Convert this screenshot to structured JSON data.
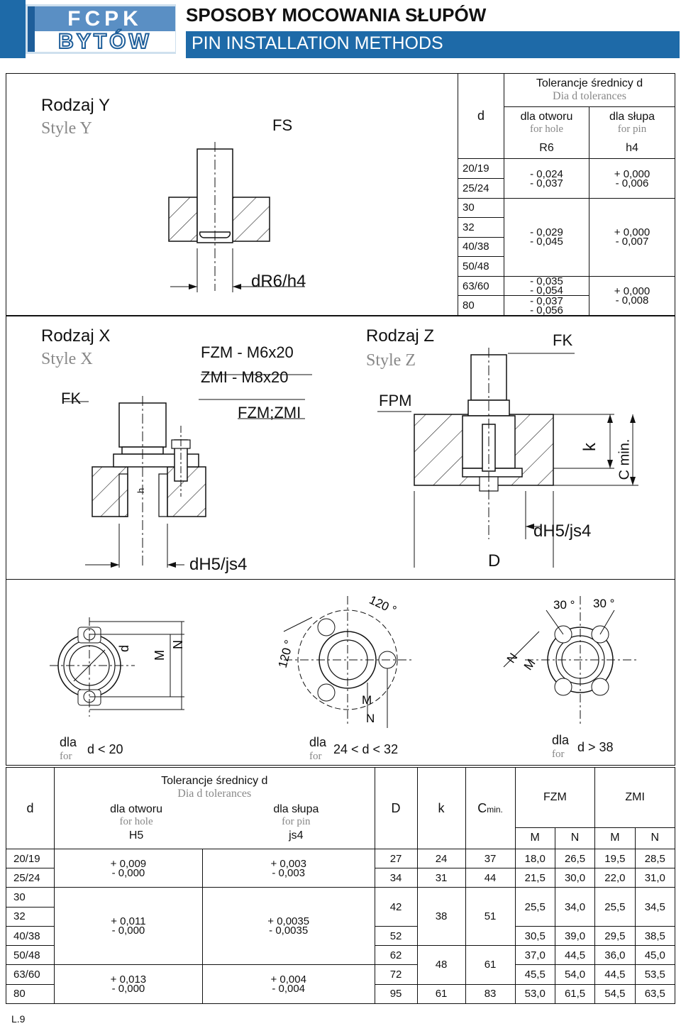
{
  "header": {
    "logo_line1": "FCPK",
    "logo_line2": "BYTÓW",
    "title": "SPOSOBY MOCOWANIA SŁUPÓW",
    "subtitle": "PIN INSTALLATION METHODS"
  },
  "style_y": {
    "pl": "Rodzaj  Y",
    "en": "Style Y",
    "fs": "FS",
    "fit": "dR6/h4"
  },
  "style_x": {
    "pl": "Rodzaj  X",
    "en": "Style X",
    "fk": "FK",
    "fzm": "FZM - M6x20",
    "zmi": "ZMI - M8x20",
    "fzmzmi": "FZM;ZMI",
    "h": "h",
    "fit": "dH5/js4"
  },
  "style_z": {
    "pl": "Rodzaj  Z",
    "en": "Style Z",
    "fk": "FK",
    "fpm": "FPM",
    "k": "k",
    "c": "C min.",
    "d": "D",
    "fit": "dH5/js4"
  },
  "flanges": {
    "f1": {
      "dla": "dla",
      "for": "for",
      "cond": "d < 20",
      "d": "d",
      "m": "M",
      "n": "N"
    },
    "f2": {
      "dla": "dla",
      "for": "for",
      "cond": "24 < d < 32",
      "a1": "120 °",
      "a2": "120 °",
      "m": "M",
      "n": "N"
    },
    "f3": {
      "dla": "dla",
      "for": "for",
      "cond": "d > 38",
      "a1": "30 °",
      "a2": "30 °",
      "m": "M",
      "n": "N"
    }
  },
  "table1": {
    "d_header": "d",
    "tol_pl": "Tolerancje średnicy d",
    "tol_en": "Dia d tolerances",
    "hole_pl": "dla otworu",
    "hole_en": "for hole",
    "hole_fit": "R6",
    "pin_pl": "dla słupa",
    "pin_en": "for pin",
    "pin_fit": "h4",
    "d_values": [
      "20/19",
      "25/24",
      "30",
      "32",
      "40/38",
      "50/48",
      "63/60",
      "80"
    ],
    "hole_tol": [
      {
        "a": "- 0,024",
        "b": "- 0,037"
      },
      {
        "a": "- 0,029",
        "b": "- 0,045"
      },
      {
        "a": "- 0,035",
        "b": "- 0,054"
      },
      {
        "a": "- 0,037",
        "b": "- 0,056"
      }
    ],
    "pin_tol": [
      {
        "a": "+ 0,000",
        "b": "- 0,006"
      },
      {
        "a": "+ 0,000",
        "b": "- 0,007"
      },
      {
        "a": "+ 0,000",
        "b": "- 0,008"
      }
    ]
  },
  "table2": {
    "d_header": "d",
    "tol_pl": "Tolerancje średnicy d",
    "tol_en": "Dia d tolerances",
    "hole_pl": "dla otworu",
    "hole_en": "for hole",
    "hole_fit": "H5",
    "pin_pl": "dla słupa",
    "pin_en": "for pin",
    "pin_fit": "js4",
    "D": "D",
    "k": "k",
    "c": "C",
    "c_sub": "min.",
    "fzm": "FZM",
    "zmi": "ZMI",
    "m": "M",
    "n": "N",
    "d_values": [
      "20/19",
      "25/24",
      "30",
      "32",
      "40/38",
      "50/48",
      "63/60",
      "80"
    ],
    "hole_tol": [
      {
        "a": "+ 0,009",
        "b": "- 0,000"
      },
      {
        "a": "+ 0,011",
        "b": "- 0,000"
      },
      {
        "a": "+ 0,013",
        "b": "- 0,000"
      }
    ],
    "pin_tol": [
      {
        "a": "+ 0,003",
        "b": "- 0,003"
      },
      {
        "a": "+ 0,0035",
        "b": "- 0,0035"
      },
      {
        "a": "+ 0,004",
        "b": "- 0,004"
      }
    ],
    "D_values": [
      "27",
      "34",
      "42",
      "52",
      "62",
      "72",
      "95"
    ],
    "k_values": [
      "24",
      "31",
      "38",
      "48",
      "61"
    ],
    "c_values": [
      "37",
      "44",
      "51",
      "61",
      "83"
    ],
    "fzm_m": [
      "18,0",
      "21,5",
      "25,5",
      "30,5",
      "37,0",
      "45,5",
      "53,0"
    ],
    "fzm_n": [
      "26,5",
      "30,0",
      "34,0",
      "39,0",
      "44,5",
      "54,0",
      "61,5"
    ],
    "zmi_m": [
      "19,5",
      "22,0",
      "25,5",
      "29,5",
      "36,0",
      "44,5",
      "54,5"
    ],
    "zmi_n": [
      "28,5",
      "31,0",
      "34,5",
      "38,5",
      "45,0",
      "53,5",
      "63,5"
    ]
  },
  "footer": {
    "page": "L.9"
  }
}
